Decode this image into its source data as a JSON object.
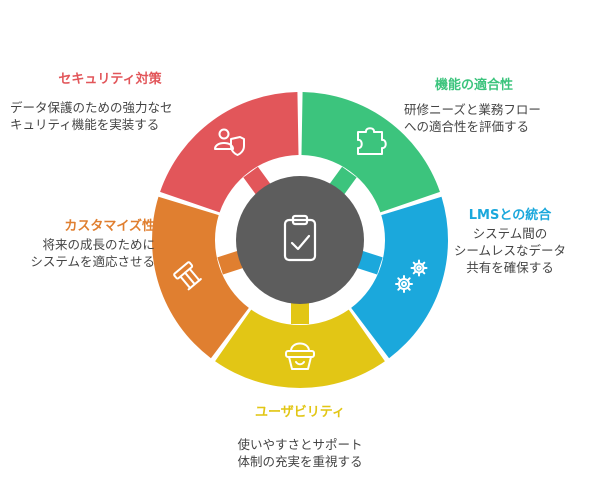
{
  "colors": {
    "security": "#e2565a",
    "fit": "#3cc47d",
    "lms": "#1ba8dc",
    "usability": "#e2c615",
    "customization": "#e07f30",
    "center": "#5d5d5d",
    "icon": "#ffffff"
  },
  "segments": [
    {
      "id": "security",
      "title": "セキュリティ対策",
      "description": [
        "データ保護のための強力なセ",
        "キュリティ機能を実装する"
      ],
      "icon": "people-shield-icon"
    },
    {
      "id": "fit",
      "title": "機能の適合性",
      "description": [
        "研修ニーズと業務フロー",
        "への適合性を評価する"
      ],
      "icon": "puzzle-icon"
    },
    {
      "id": "lms",
      "title": "LMSとの統合",
      "description": [
        "システム間の",
        "シームレスなデータ",
        "共有を確保する"
      ],
      "icon": "gears-icon"
    },
    {
      "id": "usability",
      "title": "ユーザビリティ",
      "description": [
        "使いやすさとサポート",
        "体制の充実を重視する"
      ],
      "icon": "basket-icon"
    },
    {
      "id": "customization",
      "title": "カスタマイズ性",
      "description": [
        "将来の成長のために",
        "システムを適応させる"
      ],
      "icon": "tools-icon"
    }
  ],
  "center": {
    "icon": "clipboard-check-icon"
  }
}
